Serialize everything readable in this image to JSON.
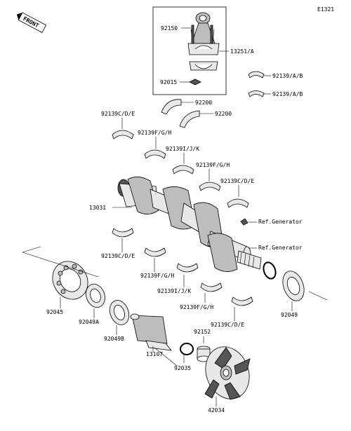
{
  "diagram_code": "E1321",
  "front_badge": "FRONT",
  "labels": {
    "p92150": "92150",
    "p13251": "13251/A",
    "p92015": "92015",
    "p92139ab_1": "92139/A/B",
    "p92139ab_2": "92139/A/B",
    "p92200_1": "92200",
    "p92200_2": "92200",
    "p92139cde_top": "92139C/D/E",
    "p92139fgh_top1": "92139F/G/H",
    "p92139ijk_top": "92139I/J/K",
    "p92139fgh_top2": "92139F/G/H",
    "p92139cde_top2": "92139C/D/E",
    "p13031": "13031",
    "ref_gen_1": "Ref.Generator",
    "ref_gen_2": "Ref.Generator",
    "p92139cde_bot1": "92139C/D/E",
    "p92139fgh_bot1": "92139F/G/H",
    "p92139ijk_bot": "92139I/J/K",
    "p92139fgh_bot2": "92139F/G/H",
    "p92139cde_bot2": "92139C/D/E",
    "p92045": "92045",
    "p92049a": "92049A",
    "p92049b": "92049B",
    "p13107": "13107",
    "p92152": "92152",
    "p92035": "92035",
    "p92049": "92049",
    "p42034": "42034"
  }
}
